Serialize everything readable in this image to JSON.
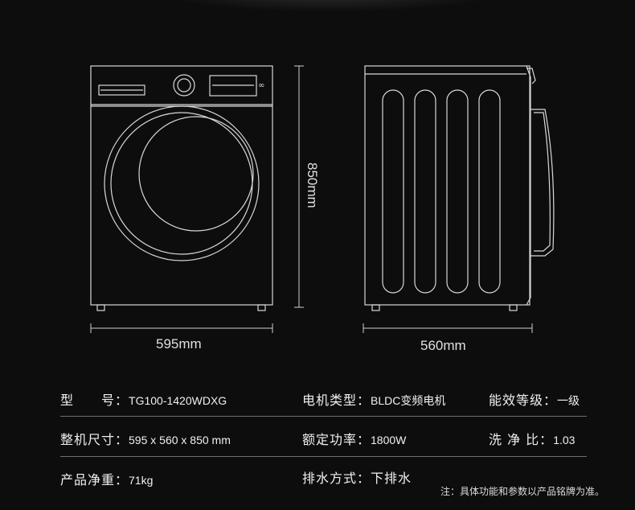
{
  "dimensions": {
    "front_width": "595mm",
    "height": "850mm",
    "depth": "560mm"
  },
  "specs": [
    {
      "label": "型　　号：",
      "value": "TG100-1420WDXG"
    },
    {
      "label": "电机类型：",
      "value": "BLDC变频电机"
    },
    {
      "label": "能效等级：",
      "value": "一级"
    },
    {
      "label": "整机尺寸：",
      "value": "595 x 560 x 850 mm"
    },
    {
      "label": "额定功率：",
      "value": "1800W"
    },
    {
      "label": "洗 净 比：",
      "value": "1.03"
    },
    {
      "label": "产品净重：",
      "value": "71kg"
    },
    {
      "label": "排水方式：",
      "value": "下排水"
    }
  ],
  "note": "注：具体功能和参数以产品铭牌为准。",
  "colors": {
    "background": "#0d0d0d",
    "line": "#d8d8d8",
    "divider": "#6e6e6e"
  }
}
